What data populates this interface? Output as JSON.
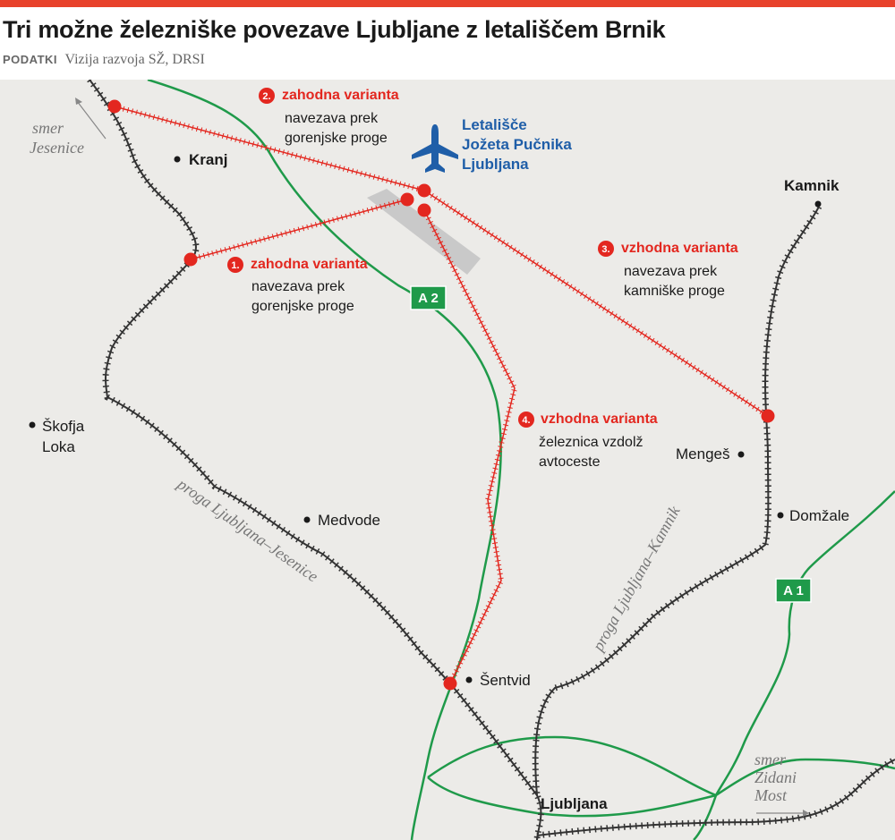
{
  "header": {
    "title": "Tri možne železniške povezave Ljubljane z letališčem Brnik",
    "source_label": "PODATKI",
    "source_text": "Vizija razvoja SŽ, DRSI"
  },
  "colors": {
    "accent_bar": "#e8422b",
    "proposed_route": "#e3271f",
    "highway": "#1f9a4a",
    "railway": "#333333",
    "airport": "#1f5ea8",
    "map_background": "#ecebe8"
  },
  "airport": {
    "icon": "airplane-icon",
    "lines": [
      "Letališče",
      "Jožeta Pučnika",
      "Ljubljana"
    ]
  },
  "places": {
    "kranj": "Kranj",
    "kamnik": "Kamnik",
    "skofja_loka": [
      "Škofja",
      "Loka"
    ],
    "medvode": "Medvode",
    "menges": "Mengeš",
    "domzale": "Domžale",
    "sentvid": "Šentvid",
    "ljubljana": "Ljubljana"
  },
  "directions": {
    "jesenice": [
      "smer",
      "Jesenice"
    ],
    "zidani_most": [
      "smer",
      "Zidani",
      "Most"
    ]
  },
  "railways": {
    "ljubljana_jesenice": "proga Ljubljana–Jesenice",
    "ljubljana_kamnik": "proga Ljubljana–Kamnik"
  },
  "highways": {
    "a2": "A 2",
    "a1": "A 1"
  },
  "variants": [
    {
      "number": "2.",
      "name": "zahodna varianta",
      "desc": [
        "navezava prek",
        "gorenjske proge"
      ]
    },
    {
      "number": "1.",
      "name": "zahodna varianta",
      "desc": [
        "navezava prek",
        "gorenjske proge"
      ]
    },
    {
      "number": "3.",
      "name": "vzhodna varianta",
      "desc": [
        "navezava prek",
        "kamniške proge"
      ]
    },
    {
      "number": "4.",
      "name": "vzhodna varianta",
      "desc": [
        "železnica vzdolž",
        "avtoceste"
      ]
    }
  ]
}
